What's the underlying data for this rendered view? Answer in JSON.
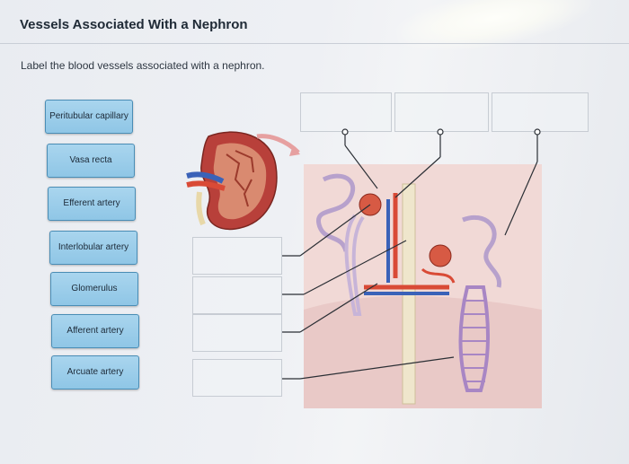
{
  "page": {
    "title": "Vessels Associated With a Nephron",
    "instruction": "Label the blood vessels associated with a nephron."
  },
  "labels": [
    {
      "text": "Peritubular capillary"
    },
    {
      "text": "Vasa recta"
    },
    {
      "text": "Efferent artery"
    },
    {
      "text": "Interlobular artery"
    },
    {
      "text": "Glomerulus"
    },
    {
      "text": "Afferent artery"
    },
    {
      "text": "Arcuate artery"
    }
  ],
  "colors": {
    "chip_fill": "#9fcfea",
    "chip_border": "#4a8db5",
    "artery_red": "#d94a36",
    "vein_blue": "#3a62b8",
    "tubule_lilac": "#c7b4d8"
  }
}
